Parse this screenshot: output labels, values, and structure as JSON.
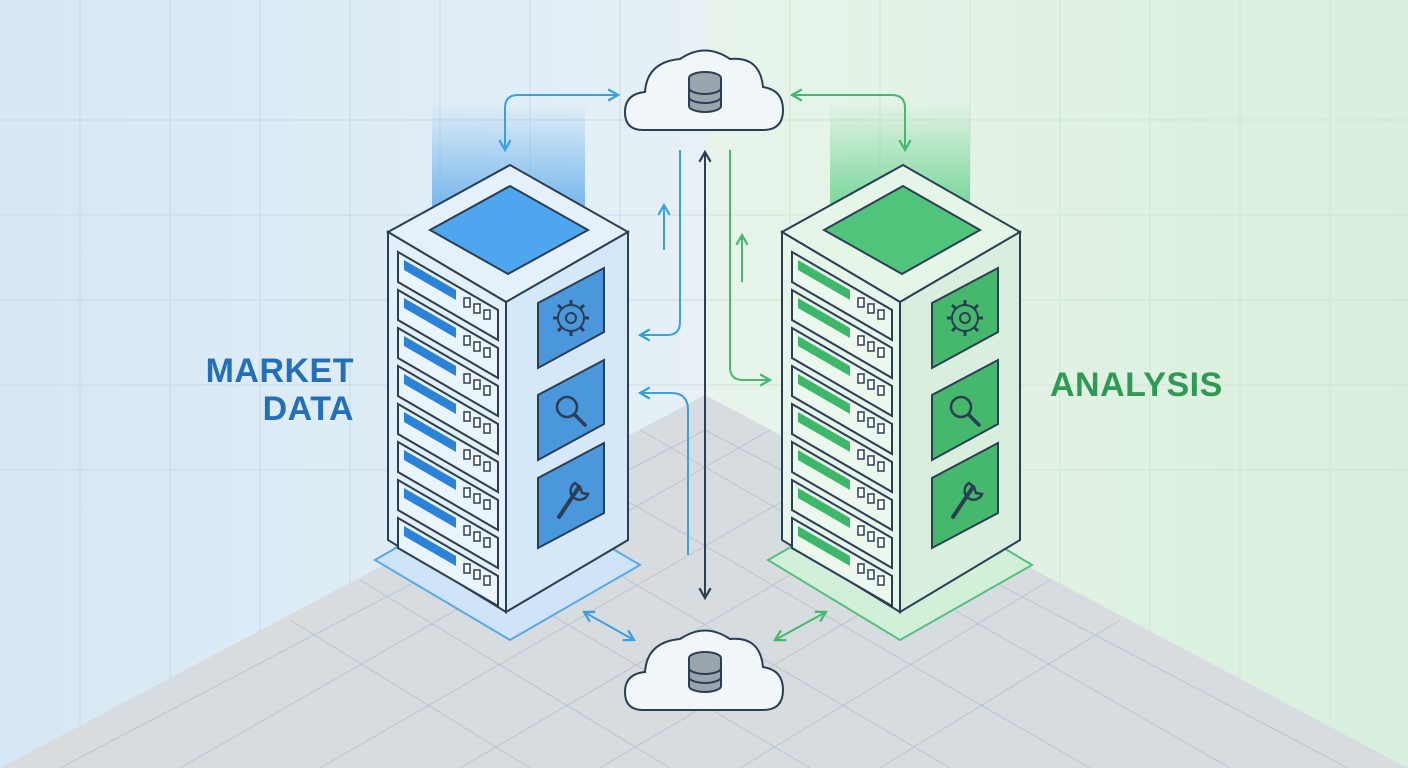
{
  "labels": {
    "left": [
      "MARKET",
      "DATA"
    ],
    "right": [
      "ANALYSIS"
    ]
  },
  "colors": {
    "blue_accent": "#2a83d8",
    "blue_label": "#2470b8",
    "green_accent": "#3db86a",
    "green_label": "#2f9a55",
    "outline": "#2c3e55",
    "background_left": "#dcebf5",
    "background_right": "#e1f2e4",
    "floor": "#d9dee3"
  },
  "icons": {
    "clouds": "cloud-database-icon",
    "panel_top": "gear-icon",
    "panel_middle": "magnifier-icon",
    "panel_bottom": "wrench-icon"
  }
}
